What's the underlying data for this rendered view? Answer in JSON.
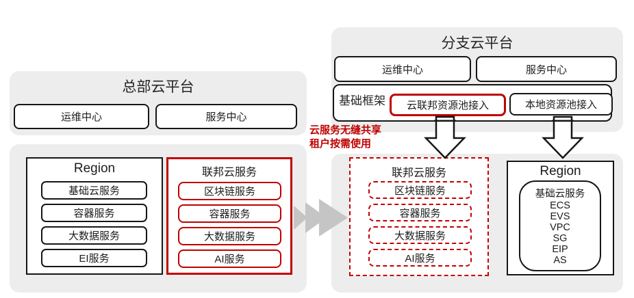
{
  "colors": {
    "accent_red": "#c00000",
    "panel_gray": "#ededed",
    "arrow_gray": "#c5c5c5"
  },
  "hq_platform": {
    "title": "总部云平台",
    "ops_center": "运维中心",
    "service_center": "服务中心",
    "region": {
      "title": "Region",
      "items": [
        "基础云服务",
        "容器服务",
        "大数据服务",
        "EI服务"
      ]
    },
    "federation": {
      "title": "联邦云服务",
      "items": [
        "区块链服务",
        "容器服务",
        "大数据服务",
        "AI服务"
      ]
    }
  },
  "branch_platform": {
    "title": "分支云平台",
    "ops_center": "运维中心",
    "service_center": "服务中心",
    "framework": {
      "label": "基础框架",
      "cloud_federation_access": "云联邦资源池接入",
      "local_pool_access": "本地资源池接入"
    },
    "federation": {
      "title": "联邦云服务",
      "items": [
        "区块链服务",
        "容器服务",
        "大数据服务",
        "AI服务"
      ]
    },
    "region": {
      "title": "Region",
      "lines": [
        "基础云服务",
        "ECS",
        "EVS",
        "VPC",
        "SG",
        "EIP",
        "AS"
      ]
    }
  },
  "annotation": {
    "line1": "云服务无缝共享",
    "line2": "租户按需使用"
  }
}
